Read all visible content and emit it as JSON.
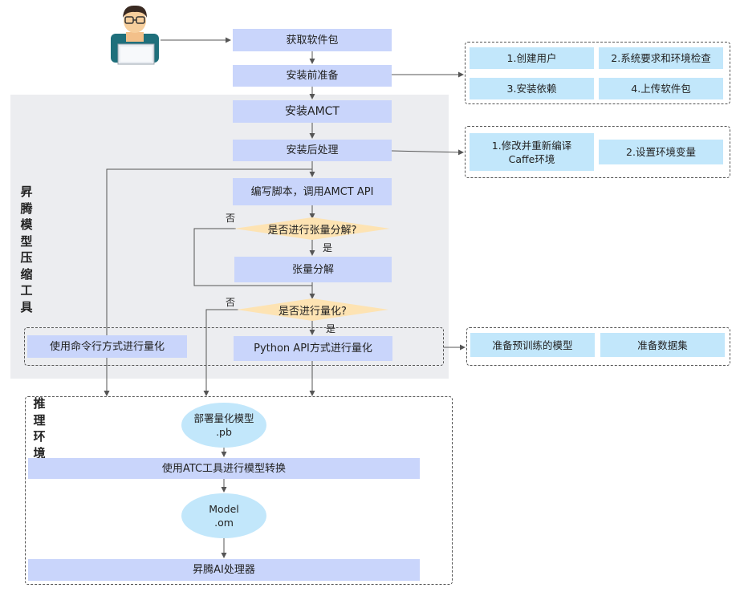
{
  "main_flow": {
    "get_package": "获取软件包",
    "pre_install": "安装前准备",
    "install_amct": "安装AMCT",
    "post_install": "安装后处理",
    "write_script": "编写脚本，调用AMCT API",
    "decision_tensor": "是否进行张量分解?",
    "tensor_decompose": "张量分解",
    "decision_quant": "是否进行量化?",
    "cli_quant": "使用命令行方式进行量化",
    "python_quant": "Python API方式进行量化"
  },
  "labels": {
    "no": "否",
    "yes": "是"
  },
  "pre_install_steps": [
    "1.创建用户",
    "2.系统要求和环境检查",
    "3.安装依赖",
    "4.上传软件包"
  ],
  "post_install_steps": [
    "1.修改并重新编译\nCaffe环境",
    "2.设置环境变量"
  ],
  "python_prep_steps": [
    "准备预训练的模型",
    "准备数据集"
  ],
  "regions": {
    "tool_region": "昇腾模型压缩工具",
    "inference_region": "推理环境"
  },
  "inference_flow": {
    "deploy_model": "部署量化模型\n.pb",
    "atc_convert": "使用ATC工具进行模型转换",
    "om_model": "Model\n.om",
    "processor": "昇腾AI处理器"
  },
  "colors": {
    "main_box": "#c9d5fb",
    "sub_box": "#c2e7fb",
    "decision": "#fde3b3",
    "ellipse": "#c2e7fb",
    "region_bg": "#ecedf0"
  },
  "icons": [
    "user-at-laptop-icon"
  ]
}
